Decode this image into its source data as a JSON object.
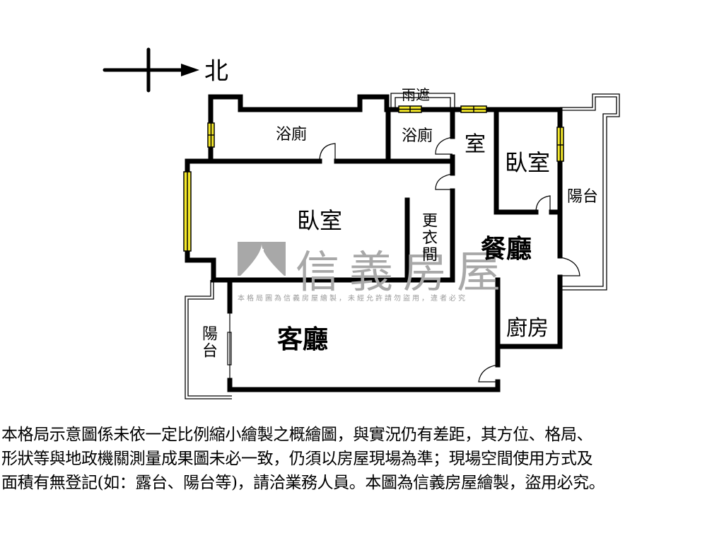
{
  "compass": {
    "direction_label": "北"
  },
  "watermark": {
    "brand": "信義房屋",
    "notice": "本格局圖為信義房屋繪製，未經允許請勿盜用，違者必究"
  },
  "rooms": {
    "bath_main": "浴廁",
    "bath_small": "浴廁",
    "canopy": "雨遮",
    "room_partial": "室",
    "bedroom_north": "臥室",
    "bedroom_main": "臥室",
    "closet": "更衣間",
    "dining": "餐廳",
    "balcony_east": "陽台",
    "living": "客廳",
    "balcony_west": "陽台",
    "kitchen": "廚房"
  },
  "colors": {
    "wall": "#000000",
    "window": "#f5e92a",
    "watermark": "#a8a8a8"
  },
  "disclaimer": {
    "line1": "本格局示意圖係未依一定比例縮小繪製之概繪圖，與實況仍有差距，其方位、格局、",
    "line2": "形狀等與地政機關測量成果圖未必一致，仍須以房屋現場為準；現場空間使用方式及",
    "line3": "面積有無登記(如：露台、陽台等)，請洽業務人員。本圖為信義房屋繪製，盜用必究。"
  }
}
